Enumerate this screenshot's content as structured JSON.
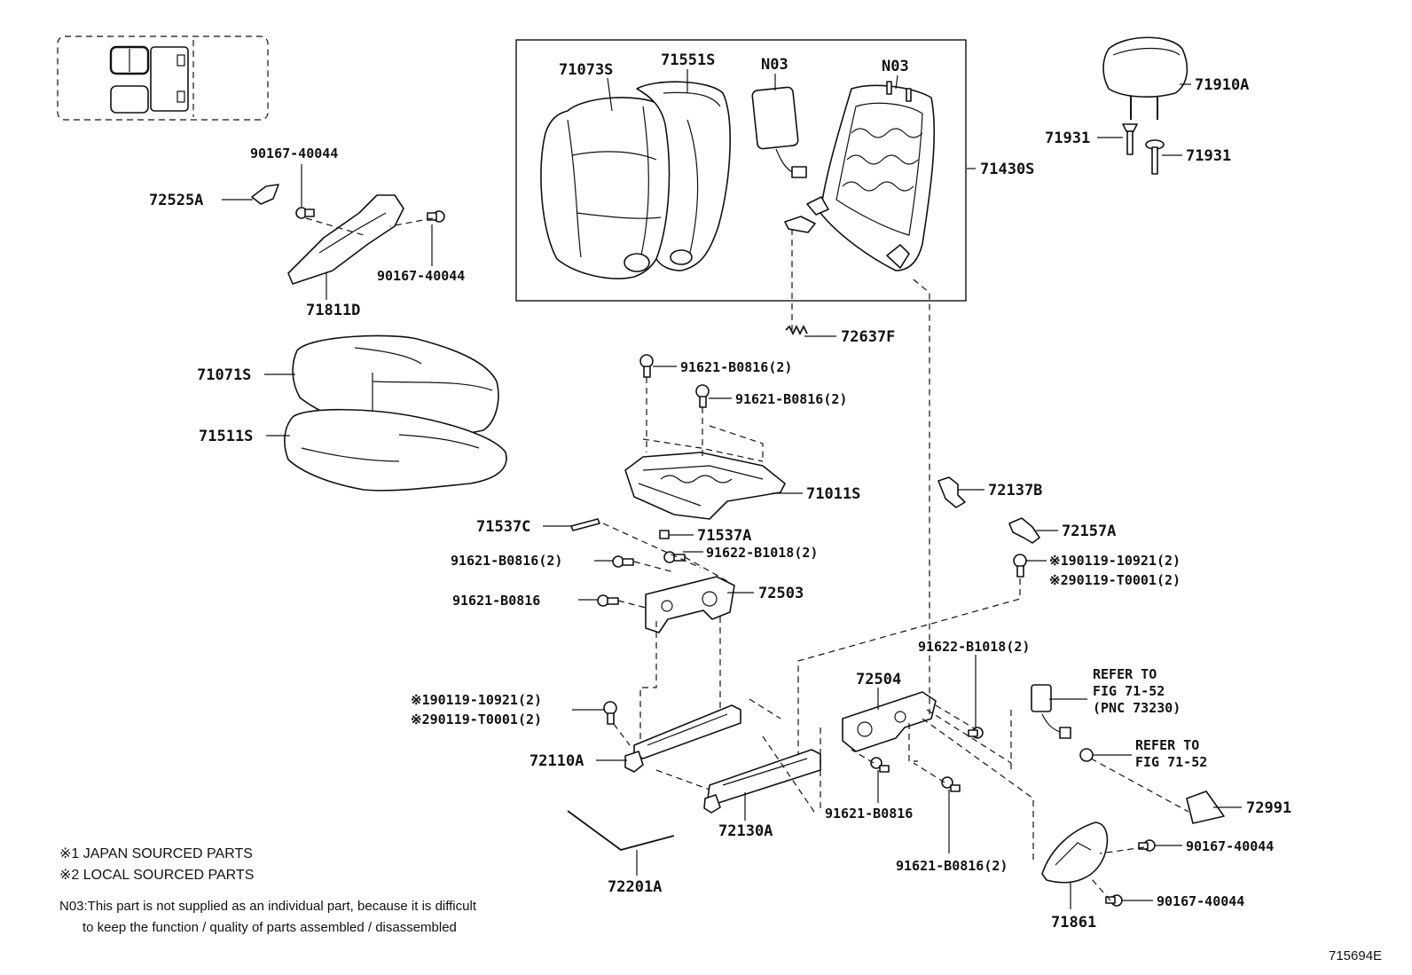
{
  "diagram_id": "715694E",
  "labels": {
    "p71073S": "71073S",
    "p71551S": "71551S",
    "pN03a": "N03",
    "pN03b": "N03",
    "p71430S": "71430S",
    "p71910A": "71910A",
    "p71931a": "71931",
    "p71931b": "71931",
    "p90167_a": "90167-40044",
    "p72525A": "72525A",
    "p90167_b": "90167-40044",
    "p71811D": "71811D",
    "p72637F": "72637F",
    "p71071S": "71071S",
    "p71511S": "71511S",
    "p91621_a": "91621-B0816(2)",
    "p91621_b": "91621-B0816(2)",
    "p71011S": "71011S",
    "p72137B": "72137B",
    "p72157A": "72157A",
    "p71537C": "71537C",
    "p71537A": "71537A",
    "p91621_c": "91621-B0816(2)",
    "p91622_a": "91622-B1018(2)",
    "p90119_j1": "※190119-10921(2)",
    "p90119_l1": "※290119-T0001(2)",
    "p91621_d": "91621-B0816",
    "p72503": "72503",
    "p91622_b": "91622-B1018(2)",
    "p72504": "72504",
    "p90119_j2": "※190119-10921(2)",
    "p90119_l2": "※290119-T0001(2)",
    "refer1_a": "REFER TO",
    "refer1_b": "FIG 71-52",
    "refer1_c": "(PNC 73230)",
    "refer2_a": "REFER TO",
    "refer2_b": "FIG 71-52",
    "p72110A": "72110A",
    "p72130A": "72130A",
    "p91621_e": "91621-B0816",
    "p91621_f": "91621-B0816(2)",
    "p72991": "72991",
    "p90167_c": "90167-40044",
    "p90167_d": "90167-40044",
    "p72201A": "72201A",
    "p71861": "71861"
  },
  "notes": {
    "japan": "※1 JAPAN SOURCED PARTS",
    "local": "※2 LOCAL SOURCED PARTS",
    "n03_line1": "N03:This part is not supplied as an individual part, because it is difficult",
    "n03_line2": "to keep the function / quality of parts assembled / disassembled"
  }
}
